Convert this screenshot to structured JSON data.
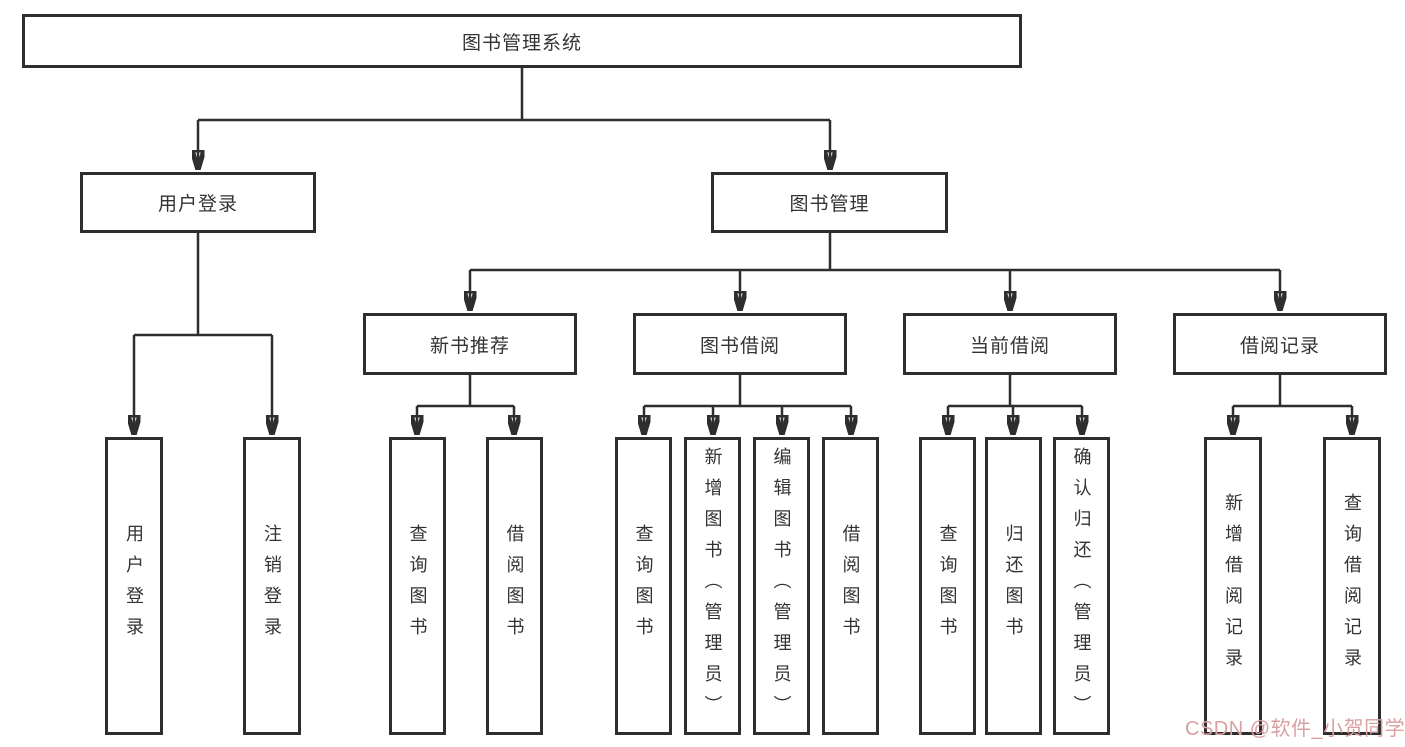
{
  "nodes": {
    "root": "图书管理系统",
    "user_login": "用户登录",
    "book_mgmt": "图书管理",
    "user_login_leaf": "用户登录",
    "logout_leaf": "注销登录",
    "new_book": "新书推荐",
    "book_borrow": "图书借阅",
    "current_borrow": "当前借阅",
    "borrow_records": "借阅记录",
    "nb_query": "查询图书",
    "nb_borrow": "借阅图书",
    "bw_query": "查询图书",
    "bw_add": "新增图书（管理员）",
    "bw_edit": "编辑图书（管理员）",
    "bw_borrow": "借阅图书",
    "cu_query": "查询图书",
    "cu_return": "归还图书",
    "cu_confirm": "确认归还（管理员）",
    "rc_add": "新增借阅记录",
    "rc_query": "查询借阅记录"
  },
  "watermark": {
    "text": "CSDN @软件_小贺同学",
    "color": "#d9a0a2"
  },
  "colors": {
    "line": "#2e2e2e",
    "box_border": "#2e2e2e",
    "text": "#333333",
    "background": "#ffffff"
  }
}
